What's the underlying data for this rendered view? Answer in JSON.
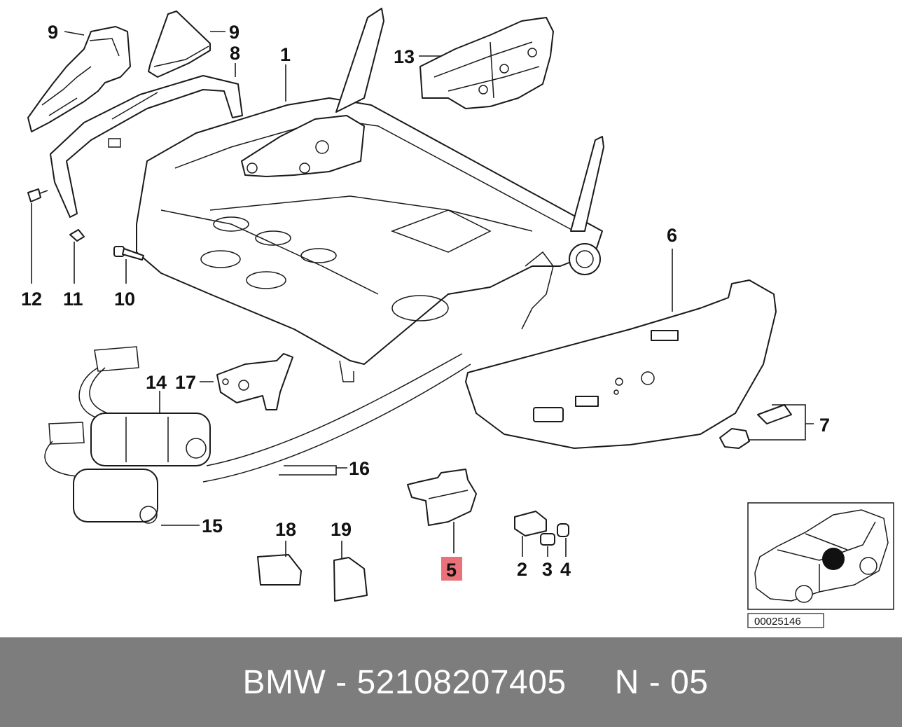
{
  "callouts": {
    "c1": "1",
    "c2": "2",
    "c3": "3",
    "c4": "4",
    "c5": "5",
    "c6": "6",
    "c7": "7",
    "c8": "8",
    "c9a": "9",
    "c9b": "9",
    "c10": "10",
    "c11": "11",
    "c12": "12",
    "c13": "13",
    "c14": "14",
    "c15": "15",
    "c16": "16",
    "c17": "17",
    "c18": "18",
    "c19": "19"
  },
  "highlight": {
    "part": "5",
    "color": "#e8717a"
  },
  "reference_number": "00025146",
  "footer": {
    "text": "BMW - 52108207405     N - 05",
    "background": "#7d7d7d"
  }
}
